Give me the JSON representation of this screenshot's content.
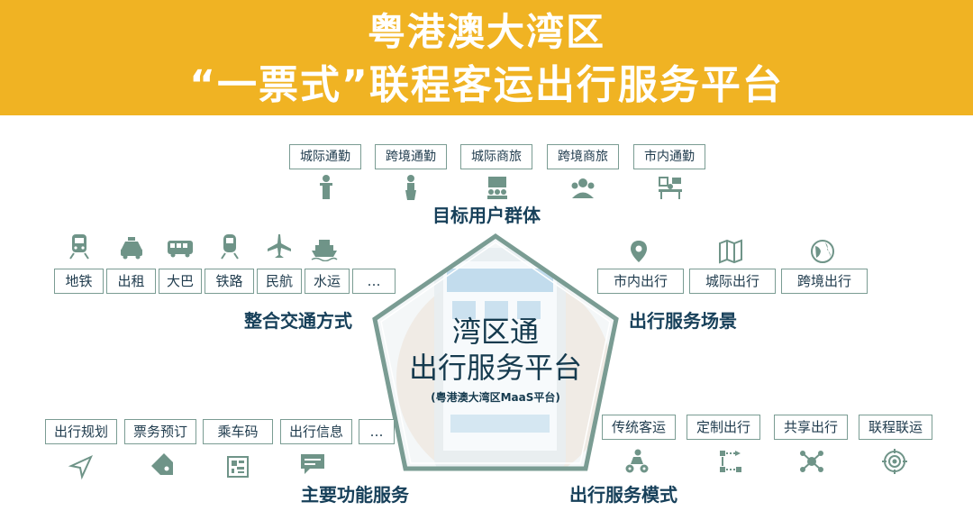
{
  "title": {
    "line1": "粤港澳大湾区",
    "line2": "“一票式”联程客运出行服务平台"
  },
  "center": {
    "line1": "湾区通",
    "line2": "出行服务平台",
    "sub": "(粤港澳大湾区MaaS平台)"
  },
  "headings": {
    "target_users": "目标用户群体",
    "transport_modes": "整合交通方式",
    "travel_scenes": "出行服务场景",
    "main_functions": "主要功能服务",
    "travel_service_modes": "出行服务模式"
  },
  "target_users": [
    "城际通勤",
    "跨境通勤",
    "城际商旅",
    "跨境商旅",
    "市内通勤"
  ],
  "transport_modes": [
    "地铁",
    "出租",
    "大巴",
    "铁路",
    "民航",
    "水运",
    "…"
  ],
  "travel_scenes": [
    "市内出行",
    "城际出行",
    "跨境出行"
  ],
  "main_functions": [
    "出行规划",
    "票务预订",
    "乘车码",
    "出行信息",
    "…"
  ],
  "service_modes": [
    "传统客运",
    "定制出行",
    "共享出行",
    "联程联运"
  ],
  "colors": {
    "banner": "#f0b323",
    "icon": "#6f9488",
    "text": "#17405a",
    "border": "#7a9c93"
  }
}
